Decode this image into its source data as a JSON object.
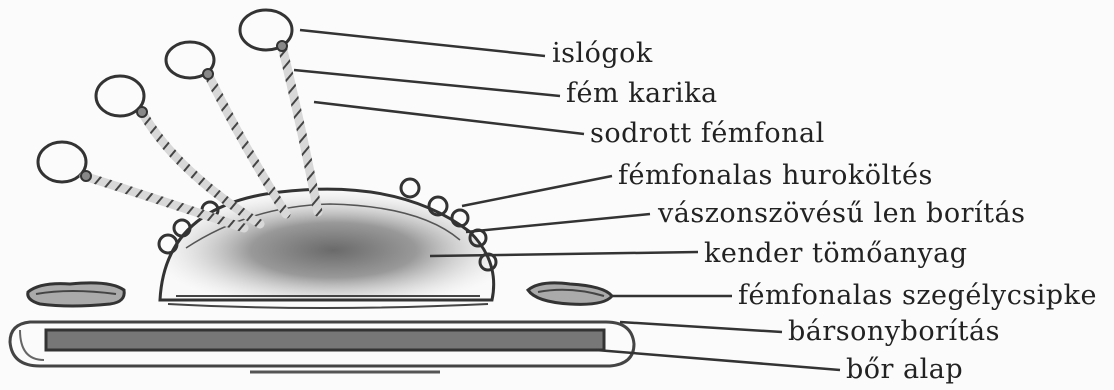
{
  "labels": {
    "loops": "islógok",
    "metal_ring": "fém karika",
    "twisted_thread": "sodrott fémfonal",
    "loop_stitch": "fémfonalas huroköltés",
    "linen_cover": "vászonszövésű len borítás",
    "hemp_filling": "kender tömőanyag",
    "edge_lace": "fémfonalas szegélycsipke",
    "velvet_cover": "bársonyborítás",
    "leather_base": "bőr alap"
  },
  "colors": {
    "ink": "#222222",
    "line": "#333333",
    "filling": "#777777",
    "paper": "#fbfbfb"
  }
}
